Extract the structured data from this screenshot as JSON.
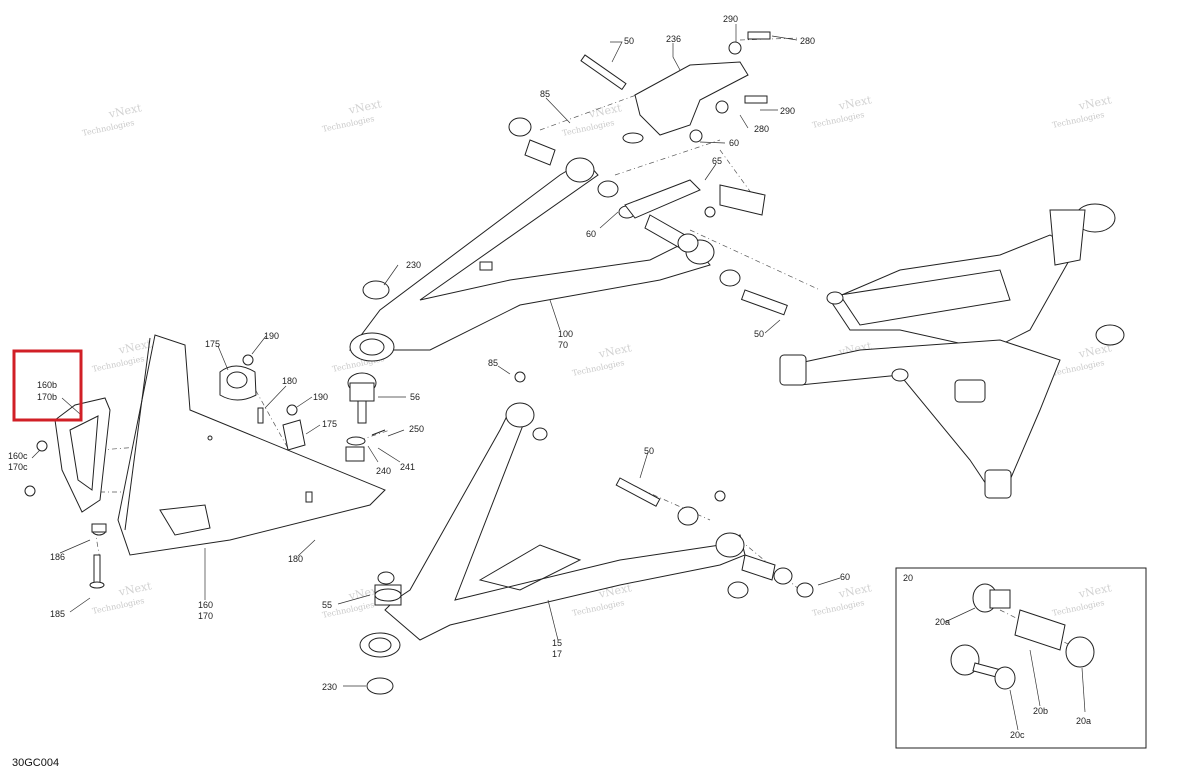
{
  "diagram_code": "30GC004",
  "callouts": [
    {
      "id": "c-290a",
      "text": "290"
    },
    {
      "id": "c-280a",
      "text": "280"
    },
    {
      "id": "c-50a",
      "text": "50"
    },
    {
      "id": "c-236",
      "text": "236"
    },
    {
      "id": "c-85a",
      "text": "85"
    },
    {
      "id": "c-290b",
      "text": "290"
    },
    {
      "id": "c-280b",
      "text": "280"
    },
    {
      "id": "c-60a",
      "text": "60"
    },
    {
      "id": "c-65",
      "text": "65"
    },
    {
      "id": "c-60b",
      "text": "60"
    },
    {
      "id": "c-230a",
      "text": "230"
    },
    {
      "id": "c-100",
      "text": "100"
    },
    {
      "id": "c-70",
      "text": "70"
    },
    {
      "id": "c-50b",
      "text": "50"
    },
    {
      "id": "c-190a",
      "text": "190"
    },
    {
      "id": "c-175a",
      "text": "175"
    },
    {
      "id": "c-180a",
      "text": "180"
    },
    {
      "id": "c-190b",
      "text": "190"
    },
    {
      "id": "c-175b",
      "text": "175"
    },
    {
      "id": "c-56",
      "text": "56"
    },
    {
      "id": "c-250",
      "text": "250"
    },
    {
      "id": "c-241",
      "text": "241"
    },
    {
      "id": "c-240",
      "text": "240"
    },
    {
      "id": "c-85b",
      "text": "85"
    },
    {
      "id": "c-160b",
      "text": "160b"
    },
    {
      "id": "c-170b",
      "text": "170b"
    },
    {
      "id": "c-160c",
      "text": "160c"
    },
    {
      "id": "c-170c",
      "text": "170c"
    },
    {
      "id": "c-186",
      "text": "186"
    },
    {
      "id": "c-185",
      "text": "185"
    },
    {
      "id": "c-180b",
      "text": "180"
    },
    {
      "id": "c-160",
      "text": "160"
    },
    {
      "id": "c-170",
      "text": "170"
    },
    {
      "id": "c-50c",
      "text": "50"
    },
    {
      "id": "c-60c",
      "text": "60"
    },
    {
      "id": "c-55",
      "text": "55"
    },
    {
      "id": "c-15",
      "text": "15"
    },
    {
      "id": "c-17",
      "text": "17"
    },
    {
      "id": "c-230b",
      "text": "230"
    },
    {
      "id": "c-20",
      "text": "20"
    },
    {
      "id": "c-20a1",
      "text": "20a"
    },
    {
      "id": "c-20a2",
      "text": "20a"
    },
    {
      "id": "c-20b",
      "text": "20b"
    },
    {
      "id": "c-20c",
      "text": "20c"
    }
  ],
  "watermark": {
    "line1": "vNext",
    "line2": "Technologies"
  },
  "colors": {
    "highlight": "#d11f26",
    "line": "#222222",
    "watermark": "#c9c9c9"
  }
}
